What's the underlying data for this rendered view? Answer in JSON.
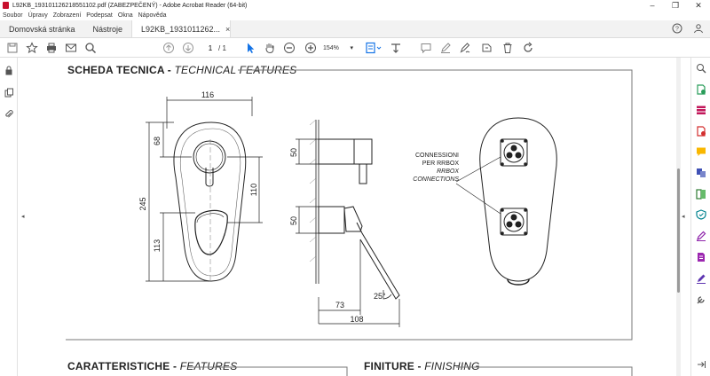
{
  "window": {
    "title": "L92KB_19310112621855110​2.pdf (ZABEZPEČENÝ) - Adobe Acrobat Reader (64-bit)",
    "minimize": "–",
    "maximize": "❐",
    "close": "✕"
  },
  "menu": [
    "Soubor",
    "Úpravy",
    "Zobrazení",
    "Podepsat",
    "Okna",
    "Nápověda"
  ],
  "tabs": {
    "home": "Domovská stránka",
    "tools": "Nástroje",
    "document": "L92KB_1931011262...",
    "close": "×"
  },
  "toolbar": {
    "page_current": "1",
    "page_total": "/ 1",
    "zoom": "154%",
    "zoom_caret": "▾"
  },
  "document": {
    "section1": {
      "title": "SCHEDA TECNICA - ",
      "title_en": "TECHNICAL FEATURES"
    },
    "section2": {
      "title": "CARATTERISTICHE - ",
      "title_en": "FEATURES"
    },
    "section3": {
      "title": "FINITURE - ",
      "title_en": "FINISHING"
    },
    "dims": {
      "w116": "116",
      "h245": "245",
      "h68": "68",
      "h113": "113",
      "h110": "110",
      "h50a": "50",
      "h50b": "50",
      "w73": "73",
      "w108": "108",
      "angle": "25°"
    },
    "notes": {
      "it1": "CONNESSIONI",
      "it2": "PER RRBOX",
      "en1": "RRBOX",
      "en2": "CONNECTIONS"
    }
  },
  "colors": {
    "accent": "#1473e6",
    "pdf_red": "#c8102e"
  }
}
